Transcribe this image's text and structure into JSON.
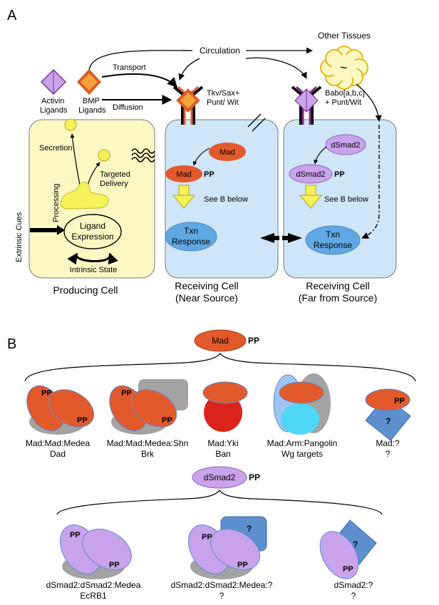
{
  "panel_a": {
    "label": "A",
    "circulation": "Circulation",
    "other_tissues": "Other Tissues",
    "tilde": "~",
    "transport": "Transport",
    "diffusion": "Diffusion",
    "activin_line1": "Activin",
    "activin_line2": "Ligands",
    "bmp_line1": "BMP",
    "bmp_line2": "Ligands",
    "tkv_line1": "Tkv/Sax+",
    "tkv_line2": "Punt/ Wit",
    "babo_line1": "Babo[a,b,c]",
    "babo_line2": "+ Punt/Wit",
    "secretion": "Secretion",
    "targeted_line1": "Targeted",
    "targeted_line2": "Delivery",
    "processing": "Processing",
    "extrinsic": "Extrinsic Cues",
    "ligand_line1": "Ligand",
    "ligand_line2": "Expression",
    "intrinsic": "Intrinsic State",
    "mad": "Mad",
    "pp": "PP",
    "see_b": "See B below",
    "txn_line1": "Txn",
    "txn_line2": "Response",
    "dsmad2": "dSmad2",
    "producing_cell": "Producing Cell",
    "near_line1": "Receiving Cell",
    "near_line2": "(Near Source)",
    "far_line1": "Receiving Cell",
    "far_line2": "(Far from Source)"
  },
  "panel_b": {
    "label": "B",
    "mad": "Mad",
    "dsmad2": "dSmad2",
    "pp": "PP",
    "q": "?",
    "mad_complexes": [
      {
        "line1": "Mad:Mad:Medea",
        "line2": "Dad"
      },
      {
        "line1": "Mad:Mad:Medea:Shn",
        "line2": "Brk"
      },
      {
        "line1": "Mad:Yki",
        "line2": "Ban"
      },
      {
        "line1": "Mad:Arm:Pangolin",
        "line2": "Wg targets"
      },
      {
        "line1": "Mad:?",
        "line2": "?"
      }
    ],
    "dsmad2_complexes": [
      {
        "line1": "dSmad2:dSmad2:Medea",
        "line2": "EcRB1"
      },
      {
        "line1": "dSmad2:dSmad2:Medea:?",
        "line2": "?"
      },
      {
        "line1": "dSmad2:?",
        "line2": "?"
      }
    ]
  },
  "colors": {
    "producing_fill": "#fcf8c4",
    "receiving_fill": "#cfe6f8",
    "mad_orange": "#e2592c",
    "smad2_purple": "#c9a3ec",
    "gray": "#a3a3a3",
    "blue_box": "#5d8fcf",
    "yellow_arrow": "#f6f25a"
  }
}
